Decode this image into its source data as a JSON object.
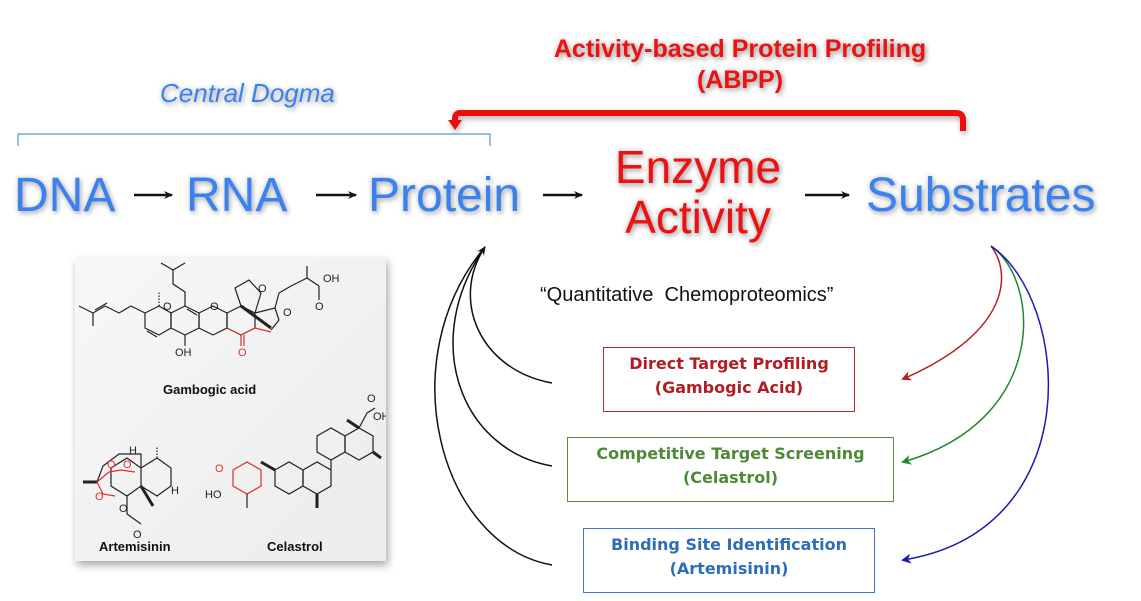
{
  "abpp": {
    "title_line1": "Activity-based Protein Profiling",
    "title_line2": "(ABPP)",
    "color": "#ee1111"
  },
  "central_dogma": {
    "label": "Central Dogma",
    "color": "#3b82f0"
  },
  "flow": {
    "nodes": [
      {
        "label": "DNA"
      },
      {
        "label": "RNA"
      },
      {
        "label": "Protein"
      },
      {
        "label_line1": "Enzyme",
        "label_line2": "Activity"
      },
      {
        "label": "Substrates"
      }
    ],
    "node_color": "#3b82f0",
    "highlight_color": "#ee1111"
  },
  "quantitative_label": "“Quantitative  Chemoproteomics”",
  "methods": [
    {
      "line1": "Direct Target Profiling",
      "line2": "(Gambogic Acid)",
      "color": "#b01e24",
      "arrow_color": "#b22222"
    },
    {
      "line1": "Competitive Target Screening",
      "line2": "(Celastrol)",
      "color": "#4e8a35",
      "arrow_color": "#1f8a2a"
    },
    {
      "line1": "Binding Site Identification",
      "line2": "(Artemisinin)",
      "color": "#2e6db8",
      "arrow_color": "#1a1ab8"
    }
  ],
  "molecules": {
    "gambogic_acid": {
      "name": "Gambogic acid",
      "atoms": [
        "OH",
        "O",
        "O",
        "O",
        "O",
        "OH",
        "O"
      ]
    },
    "artemisinin": {
      "name": "Artemisinin",
      "atoms": [
        "H",
        "H",
        "O",
        "O",
        "O",
        "O",
        "O"
      ]
    },
    "celastrol": {
      "name": "Celastrol",
      "atoms": [
        "O",
        "OH",
        "O",
        "HO"
      ]
    }
  }
}
